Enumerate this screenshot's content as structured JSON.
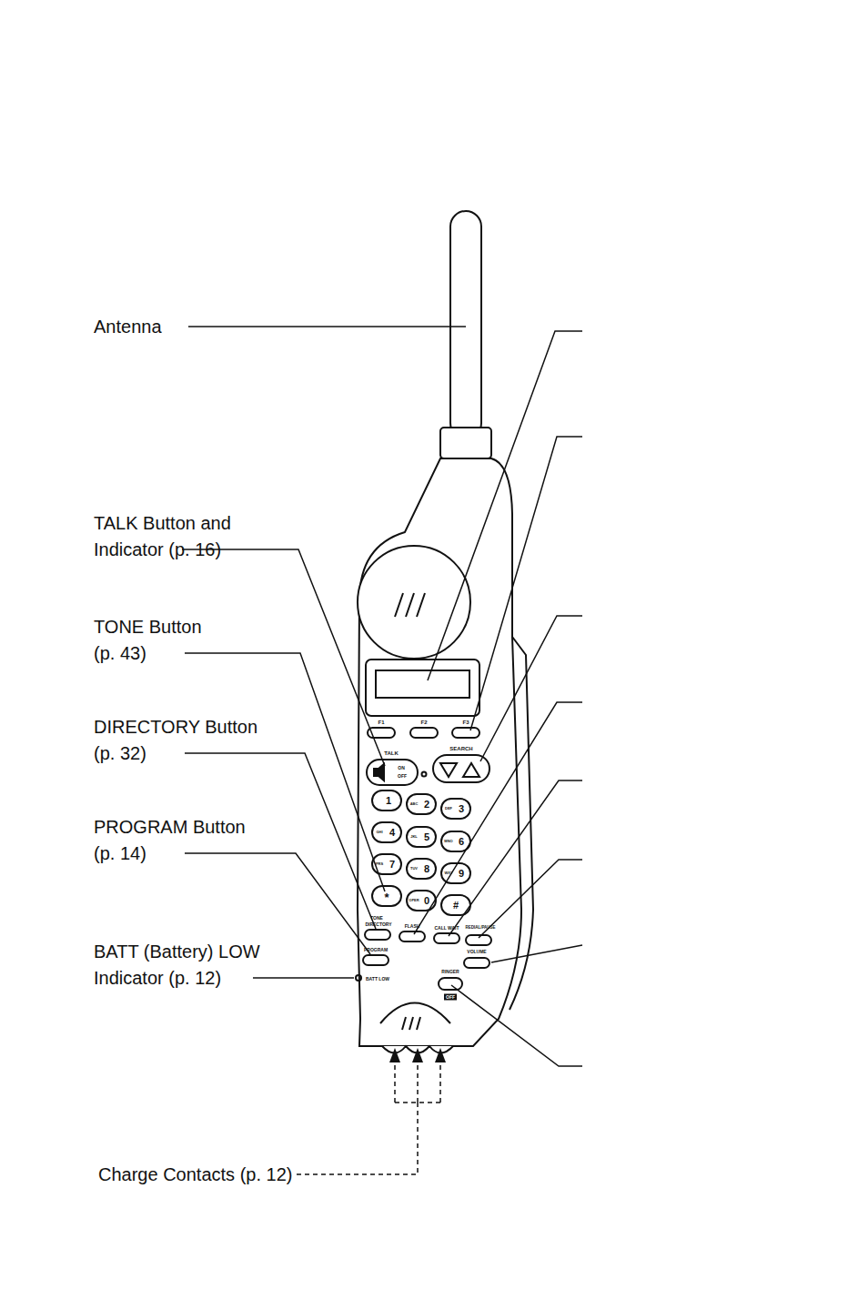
{
  "diagram": {
    "labels": [
      "Antenna",
      "TALK Button and Indicator (p. 16)",
      "TONE Button (p. 43)",
      "DIRECTORY Button (p. 32)",
      "PROGRAM Button (p. 14)",
      "BATT (Battery) LOW Indicator (p. 12)",
      "Charge Contacts (p. 12)",
      "F1",
      "F2",
      "F3",
      "TALK",
      "ON",
      "OFF",
      "SEARCH",
      "1",
      "2",
      "ABC",
      "3",
      "DEF",
      "4",
      "GHI",
      "5",
      "JKL",
      "6",
      "MNO",
      "7",
      "PRS",
      "8",
      "TUV",
      "9",
      "WXY",
      "*",
      "0",
      "OPER",
      "#",
      "TONE",
      "DIRECTORY",
      "FLASH",
      "CALL WAIT",
      "REDIAL/PAUSE",
      "PROGRAM",
      "VOLUME",
      "BATT LOW",
      "RINGER",
      "OFF"
    ]
  }
}
